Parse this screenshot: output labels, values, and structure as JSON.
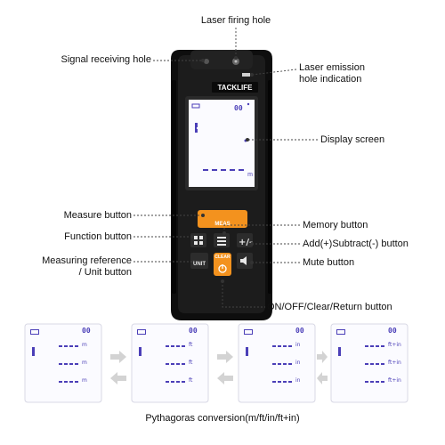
{
  "labels": {
    "laser_firing_hole": "Laser firing hole",
    "signal_receiving_hole": "Signal receiving hole",
    "laser_emission_line1": "Laser emission",
    "laser_emission_line2": "hole indication",
    "display_screen": "Display screen",
    "measure_button": "Measure button",
    "memory_button": "Memory button",
    "function_button": "Function button",
    "add_subtract_button": "Add(+)Subtract(-) button",
    "measuring_reference_line1": "Measuring reference",
    "measuring_reference_line2": "/ Unit button",
    "mute_button": "Mute button",
    "on_off_button": "ON/OFF/Clear/Return button"
  },
  "device": {
    "brand": "TACKLIFE",
    "screen_unit": "m",
    "key_meas": "MEAS",
    "key_unit": "UNIT",
    "key_clear": "CLEAR"
  },
  "conversion_screens": [
    {
      "unit": "m"
    },
    {
      "unit": "ft"
    },
    {
      "unit": "in"
    },
    {
      "unit": "ft+in"
    }
  ],
  "caption": "Pythagoras conversion(m/ft/in/ft+in)",
  "colors": {
    "device_body": "#111111",
    "accent_orange": "#f3921e",
    "screen_bg": "#fbfbff",
    "lcd_segments": "#4b3fb8"
  }
}
